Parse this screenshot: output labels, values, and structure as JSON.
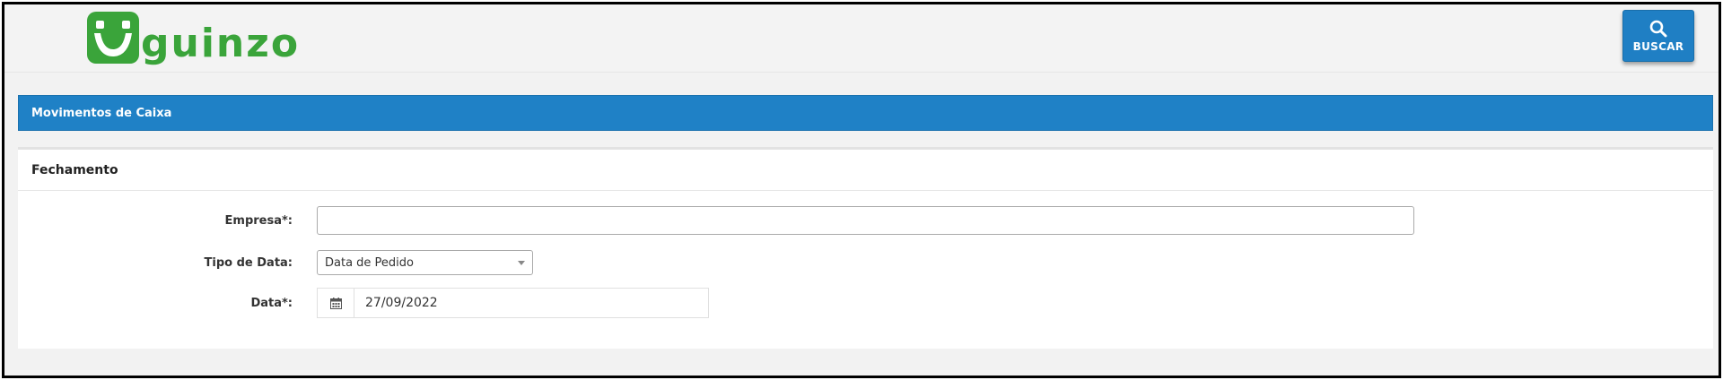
{
  "app": {
    "logo_text": "guinzo",
    "brand_color": "#3aa43a",
    "accent_color": "#1f81c6"
  },
  "header": {
    "search_button_label": "BUSCAR",
    "search_icon": "search-icon"
  },
  "title_bar": {
    "title": "Movimentos de Caixa"
  },
  "panel": {
    "title": "Fechamento",
    "fields": {
      "empresa": {
        "label": "Empresa*:",
        "value": "",
        "placeholder": ""
      },
      "tipo_data": {
        "label": "Tipo de Data:",
        "selected": "Data de Pedido"
      },
      "data": {
        "label": "Data*:",
        "value": "27/09/2022",
        "icon": "calendar-icon"
      }
    }
  }
}
